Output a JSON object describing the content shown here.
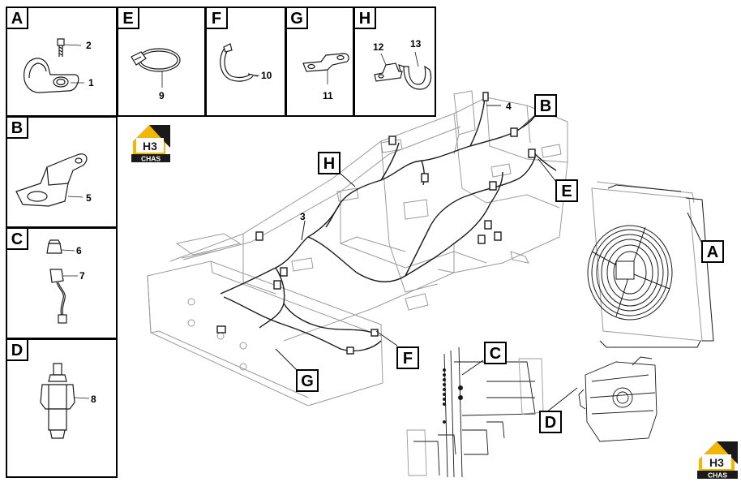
{
  "panels": [
    {
      "letter": "A",
      "parts": [
        "2",
        "1"
      ]
    },
    {
      "letter": "E",
      "parts": [
        "9"
      ]
    },
    {
      "letter": "F",
      "parts": [
        "10"
      ]
    },
    {
      "letter": "G",
      "parts": [
        "11"
      ]
    },
    {
      "letter": "H",
      "parts": [
        "12",
        "13"
      ]
    },
    {
      "letter": "B",
      "parts": [
        "5"
      ]
    },
    {
      "letter": "C",
      "parts": [
        "6",
        "7"
      ]
    },
    {
      "letter": "D",
      "parts": [
        "8"
      ]
    }
  ],
  "main_view": {
    "callouts": [
      "3",
      "4"
    ],
    "letters": [
      "A",
      "B",
      "C",
      "D",
      "E",
      "F",
      "G",
      "H"
    ]
  },
  "logo": {
    "top": "H3",
    "bottom": "CHAS"
  },
  "colors": {
    "line": "#1a1a1a",
    "frame": "#9a9a9a",
    "logo_gold": "#f2b705",
    "logo_dark": "#1a1a1a"
  }
}
